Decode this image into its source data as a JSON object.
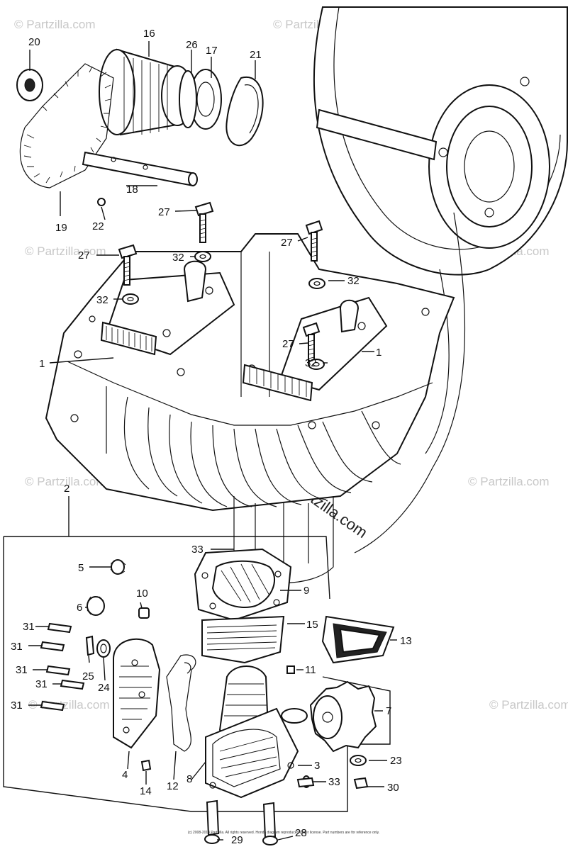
{
  "diagram": {
    "watermark_text": "© Partzilla.com",
    "center_watermark": "© Partzilla.com",
    "footer_text": "(c) 2008-2013 Partzilla. All rights reserved. Honda diagram reproduced under license. Part numbers are for reference only.",
    "labels": {
      "l1a": "1",
      "l1b": "1",
      "l2": "2",
      "l3": "3",
      "l4": "4",
      "l5": "5",
      "l6": "6",
      "l7": "7",
      "l8": "8",
      "l9": "9",
      "l10": "10",
      "l11": "11",
      "l12": "12",
      "l13": "13",
      "l14": "14",
      "l15": "15",
      "l16": "16",
      "l17": "17",
      "l18": "18",
      "l19": "19",
      "l20": "20",
      "l21": "21",
      "l22": "22",
      "l23": "23",
      "l24": "24",
      "l25": "25",
      "l26": "26",
      "l27a": "27",
      "l27b": "27",
      "l27c": "27",
      "l27d": "27",
      "l28": "28",
      "l29": "29",
      "l30": "30",
      "l31a": "31",
      "l31b": "31",
      "l31c": "31",
      "l31d": "31",
      "l31e": "31",
      "l32a": "32",
      "l32b": "32",
      "l32c": "32",
      "l32d": "32",
      "l33a": "33",
      "l33b": "33"
    }
  }
}
